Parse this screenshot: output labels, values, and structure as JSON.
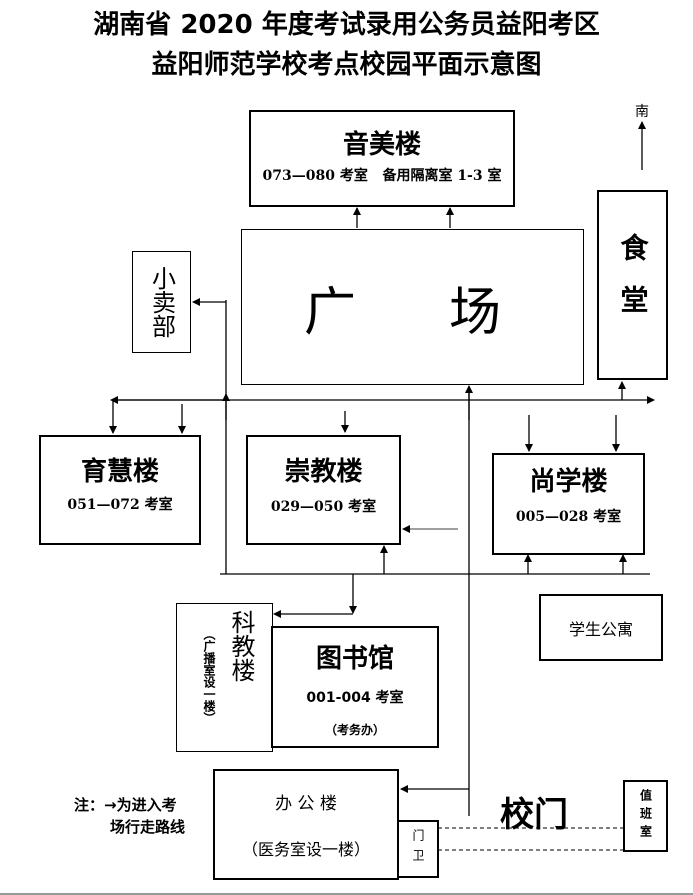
{
  "title": {
    "line1": "湖南省 2020 年度考试录用公务员益阳考区",
    "line2": "益阳师范学校考点校园平面示意图"
  },
  "compass": {
    "label": "南"
  },
  "buildings": {
    "yinmei": {
      "name": "音美楼",
      "rooms": "073—080 考室   备用隔离室 1-3 室"
    },
    "guangchang": {
      "name": "广  场"
    },
    "xiaomaibu": {
      "name": "小卖部"
    },
    "shitang": {
      "name": "食堂"
    },
    "yuhui": {
      "name": "育慧楼",
      "rooms": "051—072 考室"
    },
    "chongjiao": {
      "name": "崇教楼",
      "rooms": "029—050 考室"
    },
    "shangxue": {
      "name": "尚学楼",
      "rooms": "005—028 考室"
    },
    "xueshenggongyu": {
      "name": "学生公寓"
    },
    "kejiao": {
      "name": "科教楼",
      "note": "（广播室设一楼）"
    },
    "tushuguan": {
      "name": "图书馆",
      "rooms": "001-004 考室",
      "note": "（考务办）"
    },
    "bangong": {
      "name": "办 公 楼",
      "note": "（医务室设一楼）"
    },
    "menwei": {
      "name": "门卫"
    },
    "zhibanshi": {
      "name": "值班室"
    }
  },
  "gate": {
    "label": "校门"
  },
  "legend": {
    "line1": "注：→为进入考",
    "line2": "场行走路线"
  },
  "colors": {
    "line": "#000000",
    "grey_line": "#808080"
  }
}
